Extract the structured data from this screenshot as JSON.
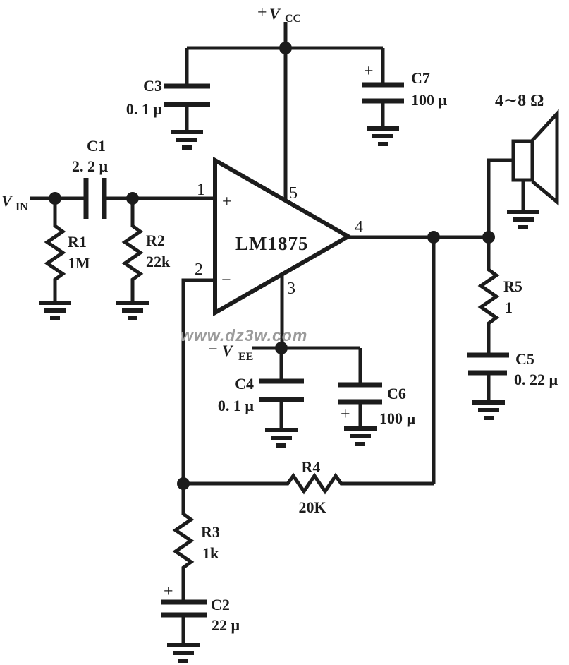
{
  "diagram": {
    "watermark": "www.dz3w.com",
    "supply_positive": {
      "sign": "+",
      "symbol": "V",
      "subscript": "CC"
    },
    "supply_negative": {
      "sign": "−",
      "symbol": "V",
      "subscript": "EE"
    },
    "input_signal": {
      "symbol": "V",
      "subscript": "IN"
    },
    "opamp": {
      "part_number": "LM1875",
      "noninverting_mark": "+",
      "inverting_mark": "−",
      "pin_1": "1",
      "pin_2": "2",
      "pin_3": "3",
      "pin_4": "4",
      "pin_5": "5"
    },
    "components": {
      "c1": {
        "ref": "C1",
        "value": "2. 2 µ"
      },
      "c2": {
        "ref": "C2",
        "value": "22 µ",
        "polarity": "+"
      },
      "c3": {
        "ref": "C3",
        "value": "0. 1 µ"
      },
      "c4": {
        "ref": "C4",
        "value": "0. 1 µ"
      },
      "c5": {
        "ref": "C5",
        "value": "0. 22 µ"
      },
      "c6": {
        "ref": "C6",
        "value": "100 µ",
        "polarity": "+"
      },
      "c7": {
        "ref": "C7",
        "value": "100 µ",
        "polarity": "+"
      },
      "r1": {
        "ref": "R1",
        "value": "1M"
      },
      "r2": {
        "ref": "R2",
        "value": "22k"
      },
      "r3": {
        "ref": "R3",
        "value": "1k"
      },
      "r4": {
        "ref": "R4",
        "value": "20K"
      },
      "r5": {
        "ref": "R5",
        "value": "1"
      },
      "speaker": {
        "impedance": "4∼8 Ω"
      }
    }
  },
  "colors": {
    "ink": "#1c1c1c",
    "watermark_gray": "#9b9b9b",
    "background": "#ffffff"
  }
}
